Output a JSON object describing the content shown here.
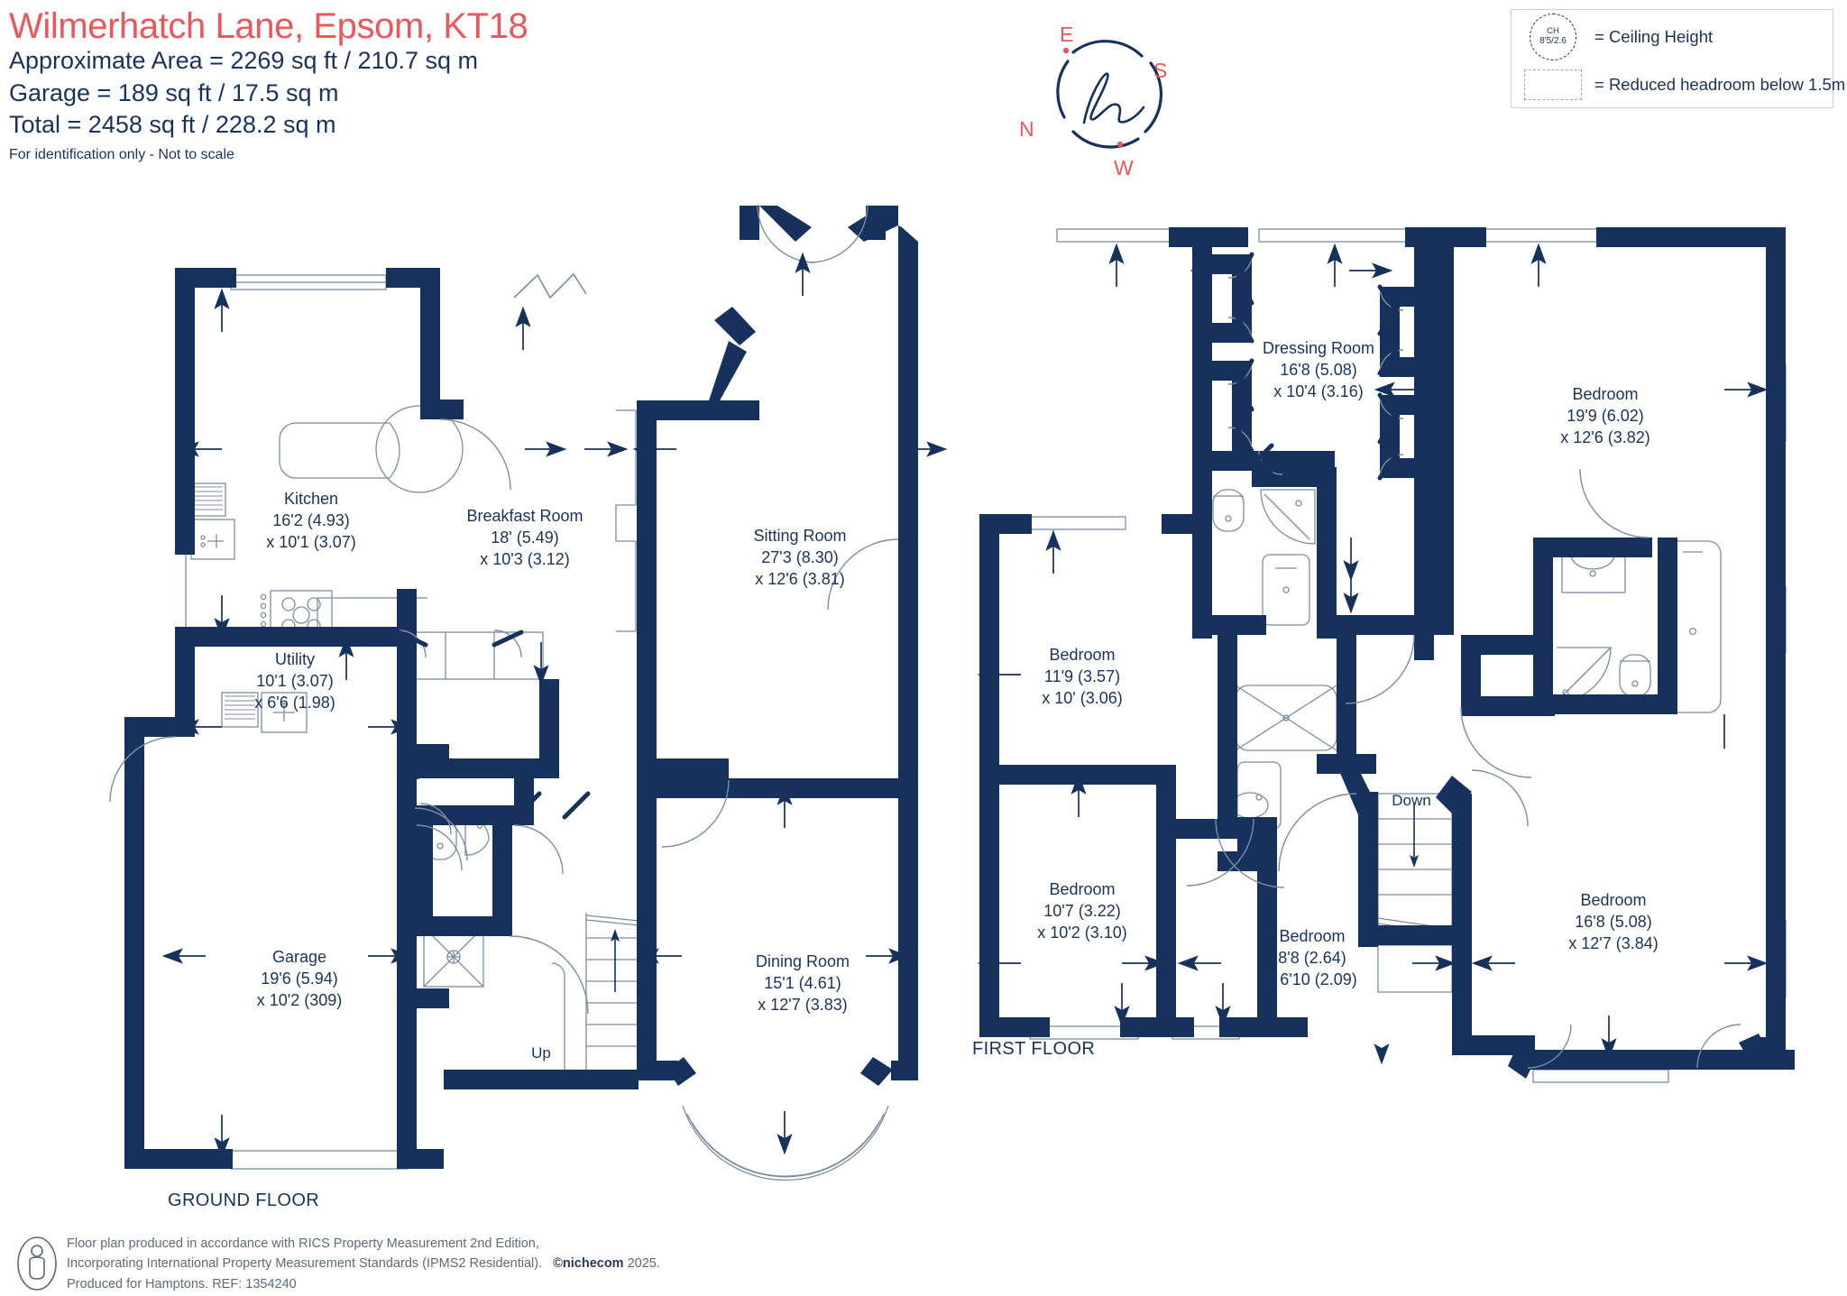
{
  "header": {
    "title": "Wilmerhatch Lane, Epsom, KT18",
    "title_color": "#e8585c",
    "area_lines": [
      "Approximate Area = 2269 sq ft / 210.7 sq m",
      "Garage = 189 sq ft / 17.5 sq m",
      "Total = 2458 sq ft / 228.2 sq m"
    ],
    "disclaimer": "For identification only - Not to scale"
  },
  "compass": {
    "labels": {
      "top_left": "E",
      "right": "S",
      "left": "N",
      "bottom": "W"
    },
    "label_color": "#e8585c",
    "monogram": "h",
    "ring_color": "#1b3358"
  },
  "legend": {
    "ceiling_height": {
      "symbol_line1": "CH",
      "symbol_line2": "8'5/2.6",
      "text": "= Ceiling Height"
    },
    "reduced_headroom": {
      "text": "= Reduced headroom below 1.5m"
    }
  },
  "floors": [
    {
      "id": "ground",
      "caption": "GROUND FLOOR",
      "rooms": [
        {
          "name": "Kitchen",
          "d1": "16'2 (4.93)",
          "d2": "x 10'1 (3.07)"
        },
        {
          "name": "Breakfast Room",
          "d1": "18' (5.49)",
          "d2": "x 10'3 (3.12)"
        },
        {
          "name": "Sitting Room",
          "d1": "27'3 (8.30)",
          "d2": "x 12'6 (3.81)"
        },
        {
          "name": "Utility",
          "d1": "10'1 (3.07)",
          "d2": "x 6'6 (1.98)"
        },
        {
          "name": "Garage",
          "d1": "19'6 (5.94)",
          "d2": "x 10'2 (309)"
        },
        {
          "name": "Dining Room",
          "d1": "15'1 (4.61)",
          "d2": "x 12'7 (3.83)"
        }
      ],
      "annotations": [
        "Up"
      ]
    },
    {
      "id": "first",
      "caption": "FIRST FLOOR",
      "rooms": [
        {
          "name": "Dressing Room",
          "d1": "16'8 (5.08)",
          "d2": "x 10'4 (3.16)"
        },
        {
          "name": "Bedroom",
          "d1": "19'9 (6.02)",
          "d2": "x 12'6 (3.82)"
        },
        {
          "name": "Bedroom",
          "d1": "11'9 (3.57)",
          "d2": "x 10' (3.06)"
        },
        {
          "name": "Bedroom",
          "d1": "10'7 (3.22)",
          "d2": "x 10'2 (3.10)"
        },
        {
          "name": "Bedroom",
          "d1": "8'8 (2.64)",
          "d2": "x 6'10 (2.09)"
        },
        {
          "name": "Bedroom",
          "d1": "16'8 (5.08)",
          "d2": "x 12'7 (3.84)"
        }
      ],
      "annotations": [
        "Down"
      ]
    }
  ],
  "footer": {
    "line1": "Floor plan produced in accordance with RICS Property Measurement 2nd Edition,",
    "line2_a": "Incorporating International Property Measurement Standards (IPMS2 Residential).",
    "line2_brand": "©nichecom",
    "line2_year": "2025.",
    "line3": "Produced for Hamptons.   REF:  1354240"
  },
  "colors": {
    "wall": "#16325c",
    "thin_line": "#6f7f94",
    "text": "#1b3358",
    "accent": "#e8585c"
  }
}
